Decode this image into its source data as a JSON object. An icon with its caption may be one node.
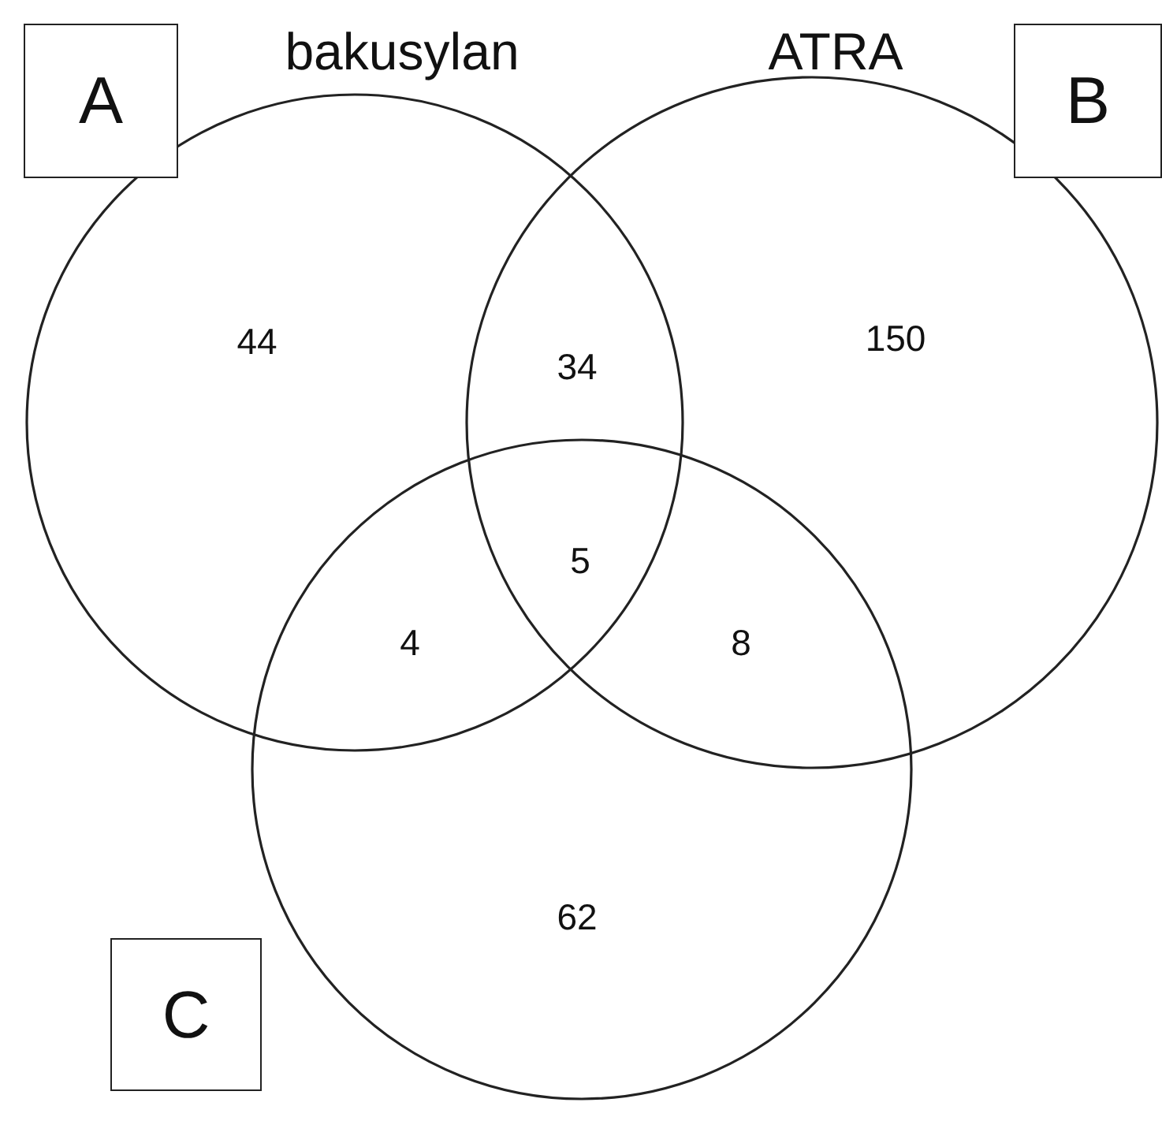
{
  "diagram": {
    "nodes": [
      {
        "text": [
          "A"
        ]
      },
      {
        "text": [
          "bakusylan"
        ]
      },
      {
        "text": [
          "ATRA"
        ]
      },
      {
        "text": [
          "B"
        ]
      },
      {
        "text": [],
        "shape": "circle"
      },
      {
        "text": [
          "C"
        ]
      }
    ],
    "labels": [
      "44",
      "34",
      "150",
      "5",
      "4",
      "8",
      "62"
    ]
  }
}
